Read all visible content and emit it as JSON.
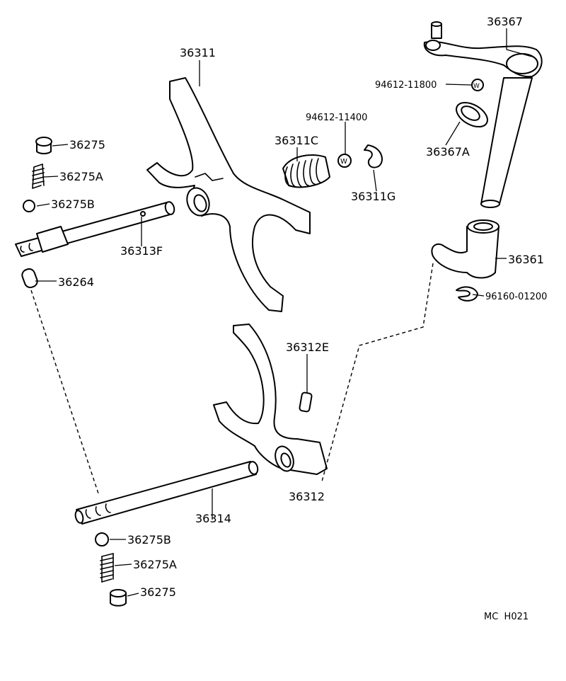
{
  "diagram": {
    "reference_code": "MC  H021",
    "labels": {
      "p36367": "36367",
      "p94612_11800": "94612-11800",
      "p36367A": "36367A",
      "p36311": "36311",
      "p94612_11400": "94612-11400",
      "p36311C": "36311C",
      "p36311G": "36311G",
      "p36275_top": "36275",
      "p36275A_top": "36275A",
      "p36275B_top": "36275B",
      "p36313F": "36313F",
      "p36264": "36264",
      "p36361": "36361",
      "p96160_01200": "96160-01200",
      "p36312E": "36312E",
      "p36312": "36312",
      "p36314": "36314",
      "p36275B_bot": "36275B",
      "p36275A_bot": "36275A",
      "p36275_bot": "36275"
    }
  }
}
